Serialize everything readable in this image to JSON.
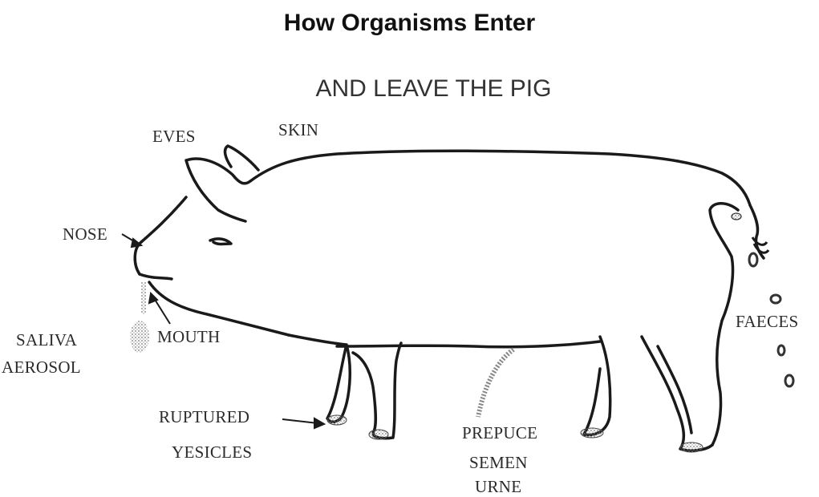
{
  "title": "How Organisms Enter",
  "subtitle": "AND LEAVE THE PIG",
  "labels": {
    "eyes": "EVES",
    "skin": "SKIN",
    "nose": "NOSE",
    "saliva": "SALIVA",
    "aerosol": "AEROSOL",
    "mouth": "MOUTH",
    "faeces": "FAECES",
    "ruptured": "RUPTURED",
    "vesicles": "YESICLES",
    "prepuce": "PREPUCE",
    "semen": "SEMEN",
    "urine": "URNE"
  },
  "colors": {
    "outline": "#1a1a1a",
    "stipple": "#888888"
  }
}
